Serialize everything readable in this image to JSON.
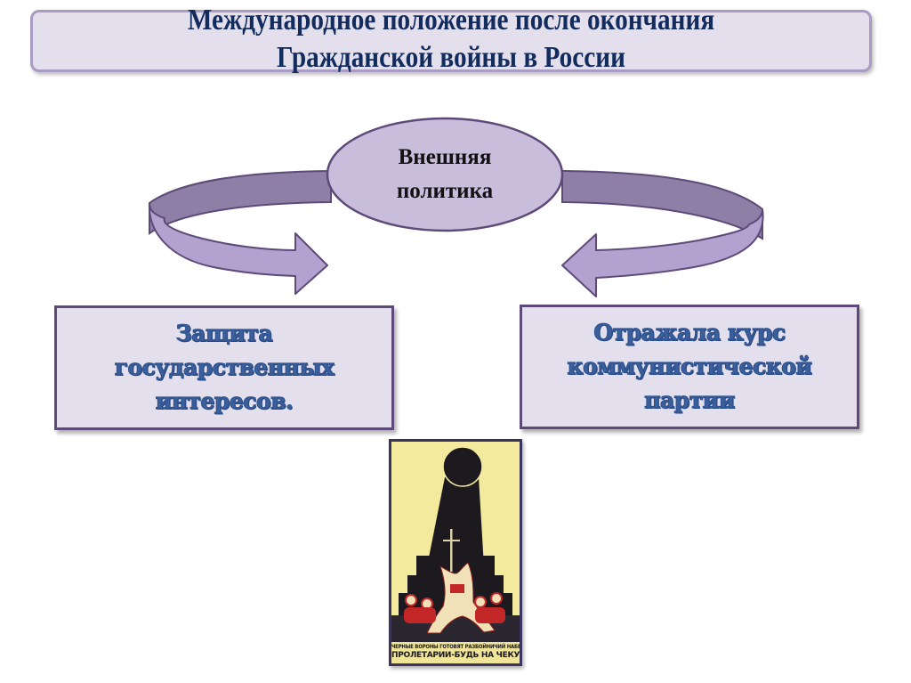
{
  "title": {
    "line1": "Международное положение после окончания",
    "line2": "Гражданской войны в России"
  },
  "center_node": {
    "line1": "Внешняя",
    "line2": "политика"
  },
  "left_box": {
    "line1": "Защита",
    "line2": "государственных",
    "line3": "интересов."
  },
  "right_box": {
    "line1": "Отражала курс",
    "line2": "коммунистической",
    "line3": "партии"
  },
  "poster": {
    "caption_line1": "ЧЕРНЫЕ ВОРОНЫ ГОТОВЯТ РАЗБОЙНИЧИЙ НАБЕГ НА СССР",
    "caption_line2": "ПРОЛЕТАРИИ-БУДЬ НА ЧЕКУ!"
  },
  "colors": {
    "title_text": "#132c5e",
    "box_fill": "#e4dfec",
    "box_border": "#5e4a79",
    "arrow_light": "#b3a2cf",
    "arrow_dark": "#8e7fa6",
    "box_text": "#3a5f9a",
    "poster_bg": "#f4ea9e"
  }
}
